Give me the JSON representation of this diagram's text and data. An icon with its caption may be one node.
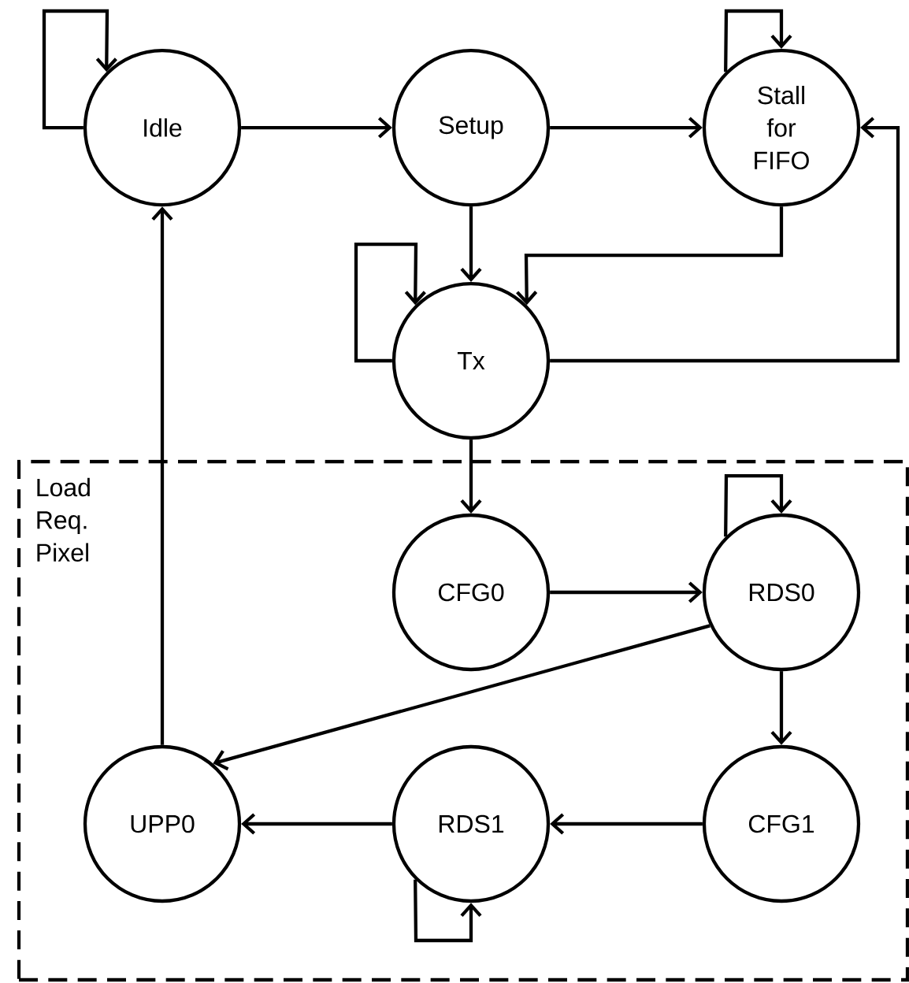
{
  "diagram": {
    "nodes": [
      {
        "text": [
          "Idle"
        ]
      },
      {
        "text": [
          "Setup"
        ]
      },
      {
        "text": [
          "Stall for FIFO"
        ]
      },
      {
        "text": [
          "Tx"
        ]
      },
      {
        "text": [
          "Load Req. Pixel"
        ]
      },
      {
        "text": [
          "CFG0"
        ],
        "in": 4
      },
      {
        "text": [
          "RDS0"
        ],
        "in": 4
      },
      {
        "text": [
          "UPP0"
        ],
        "in": 4
      },
      {
        "text": [
          "RDS1"
        ],
        "in": 4
      },
      {
        "text": [
          "CFG1"
        ],
        "in": 4
      }
    ],
    "edges": [
      {
        "from": 0,
        "to": 0,
        "arrow": "to"
      },
      {
        "from": 0,
        "to": 1,
        "arrow": "to"
      },
      {
        "from": 1,
        "to": 2,
        "arrow": "to"
      },
      {
        "from": 2,
        "to": 2,
        "arrow": "to"
      },
      {
        "from": 1,
        "to": 3,
        "arrow": "to"
      },
      {
        "from": 2,
        "to": 3,
        "arrow": "to"
      },
      {
        "from": 3,
        "to": 3,
        "arrow": "to"
      },
      {
        "from": 3,
        "to": 2,
        "arrow": "to"
      },
      {
        "from": 3,
        "to": 5,
        "arrow": "to"
      },
      {
        "from": 5,
        "to": 6,
        "arrow": "to"
      },
      {
        "from": 6,
        "to": 6,
        "arrow": "to"
      },
      {
        "from": 6,
        "to": 9,
        "arrow": "to"
      },
      {
        "from": 6,
        "to": 7,
        "arrow": "to"
      },
      {
        "from": 9,
        "to": 8,
        "arrow": "to"
      },
      {
        "from": 8,
        "to": 8,
        "arrow": "to"
      },
      {
        "from": 8,
        "to": 7,
        "arrow": "to"
      },
      {
        "from": 7,
        "to": 0,
        "arrow": "to"
      }
    ]
  }
}
